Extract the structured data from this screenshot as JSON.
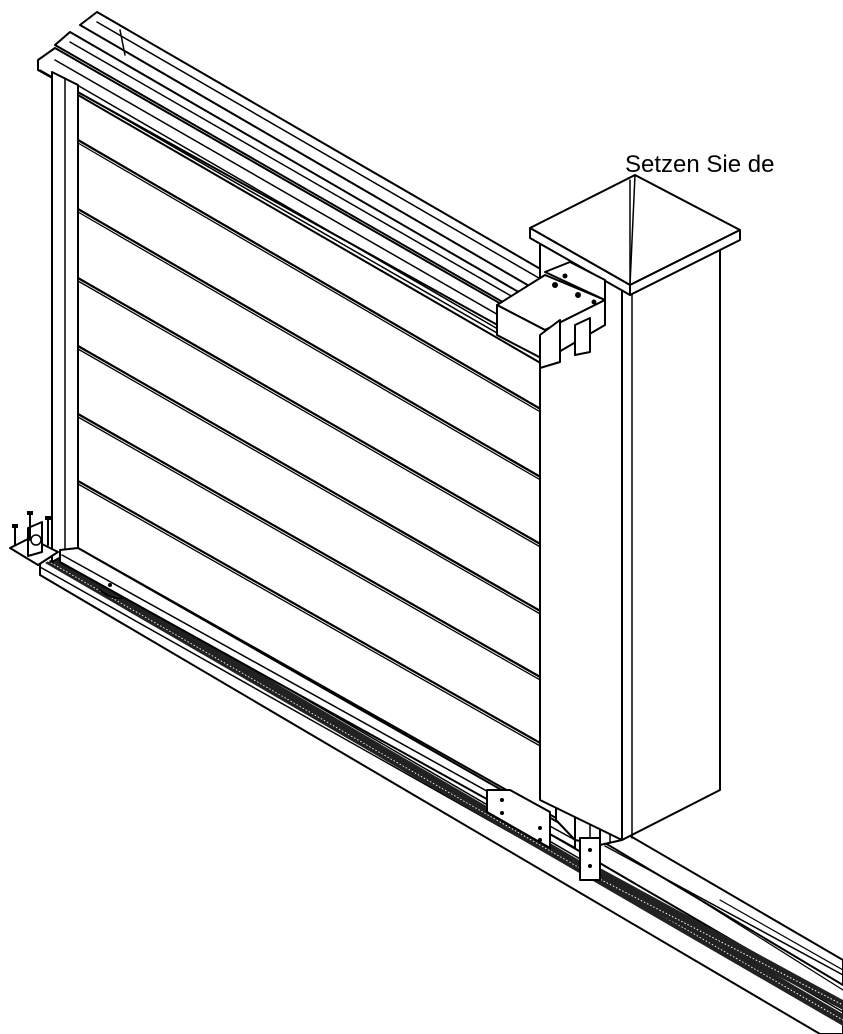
{
  "caption": "Setzen Sie de",
  "colors": {
    "line": "#000000",
    "background": "#ffffff"
  },
  "parts": [
    "gate-leaf",
    "top-guide-rails",
    "guide-bracket",
    "gate-post",
    "post-cap",
    "ground-rail",
    "gear-rack",
    "end-stop-bracket",
    "screws",
    "motor-mount-plate"
  ]
}
